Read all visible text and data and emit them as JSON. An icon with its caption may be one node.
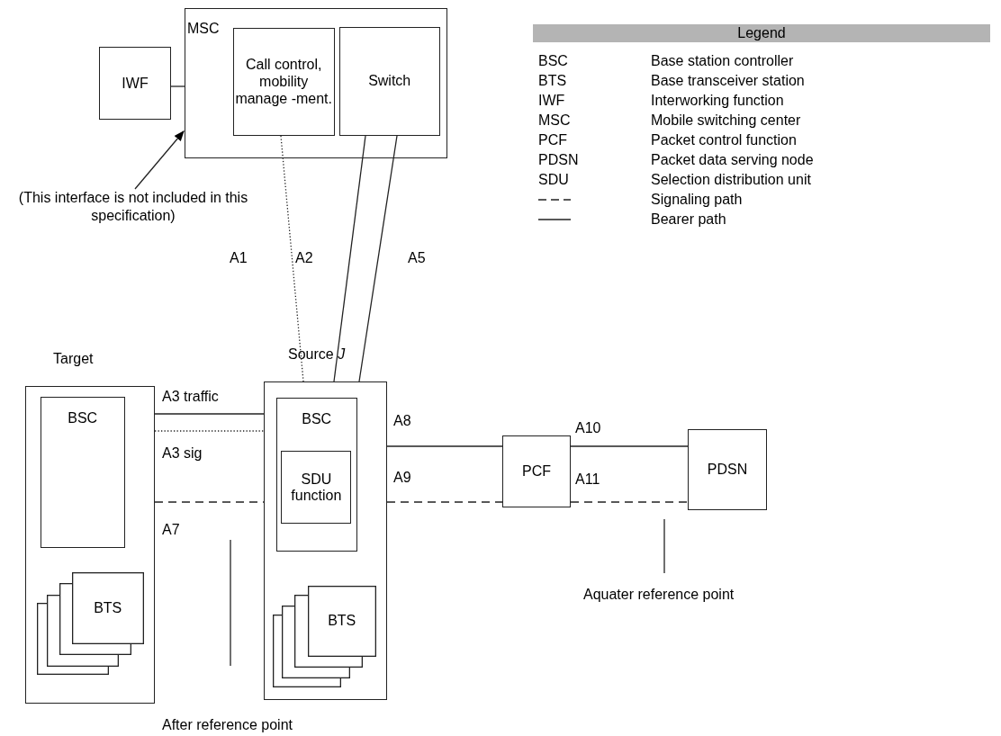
{
  "diagram": {
    "nodes": [
      {
        "text": [
          "MSC"
        ]
      },
      {
        "text": [
          "Call control, mobility manage -ment."
        ],
        "in": 0
      },
      {
        "text": [
          "Switch"
        ],
        "in": 0
      },
      {
        "text": [
          "IWF"
        ]
      },
      {
        "text": [
          "(This interface is not included in this specification)"
        ]
      },
      {
        "text": [
          "Target"
        ]
      },
      {
        "text": [
          "BSC"
        ],
        "in": 5
      },
      {
        "text": [
          "BTS"
        ],
        "in": 5
      },
      {
        "text": [
          "Source *J*"
        ]
      },
      {
        "text": [
          "BSC"
        ],
        "in": 8
      },
      {
        "text": [
          "SDU function"
        ],
        "in": 9
      },
      {
        "text": [
          "BTS"
        ],
        "in": 8
      },
      {
        "text": [
          "PCF"
        ]
      },
      {
        "text": [
          "PDSN"
        ]
      }
    ],
    "edges": [
      {
        "from": 3,
        "to": 0,
        "arrow": "none"
      },
      {
        "from": 4,
        "to": 0,
        "arrow": "to"
      },
      {
        "from": 1,
        "to": 8,
        "arrow": "none",
        "style": "dashed"
      },
      {
        "from": 2,
        "to": 8,
        "arrow": "none"
      },
      {
        "from": 2,
        "to": 8,
        "arrow": "none"
      },
      {
        "from": 5,
        "to": 8,
        "arrow": "none",
        "label": "A3 traffic"
      },
      {
        "from": 5,
        "to": 8,
        "arrow": "none",
        "label": "A3 sig",
        "style": "dashed"
      },
      {
        "from": 5,
        "to": 8,
        "arrow": "none",
        "label": "A7",
        "style": "dashed"
      },
      {
        "from": 8,
        "to": 12,
        "arrow": "none",
        "label": "A8"
      },
      {
        "from": 8,
        "to": 12,
        "arrow": "none",
        "label": "A9",
        "style": "dashed"
      },
      {
        "from": 12,
        "to": 13,
        "arrow": "none",
        "label": "A10"
      },
      {
        "from": 12,
        "to": 13,
        "arrow": "none",
        "label": "A11",
        "style": "dashed"
      }
    ],
    "labels": [
      "Legend",
      "BSC",
      "Base station controller",
      "BTS",
      "Base transceiver station",
      "IWF",
      "Interworking function",
      "MSC",
      "Mobile switching center",
      "PCF",
      "Packet control function",
      "PDSN",
      "Packet data serving node",
      "SDU",
      "Selection distribution unit",
      "A1",
      "A2",
      "A5",
      "After reference point",
      "Aquater reference point"
    ],
    "legend": [
      {
        "text": "Signaling path"
      },
      {
        "text": "Bearer path"
      }
    ]
  }
}
